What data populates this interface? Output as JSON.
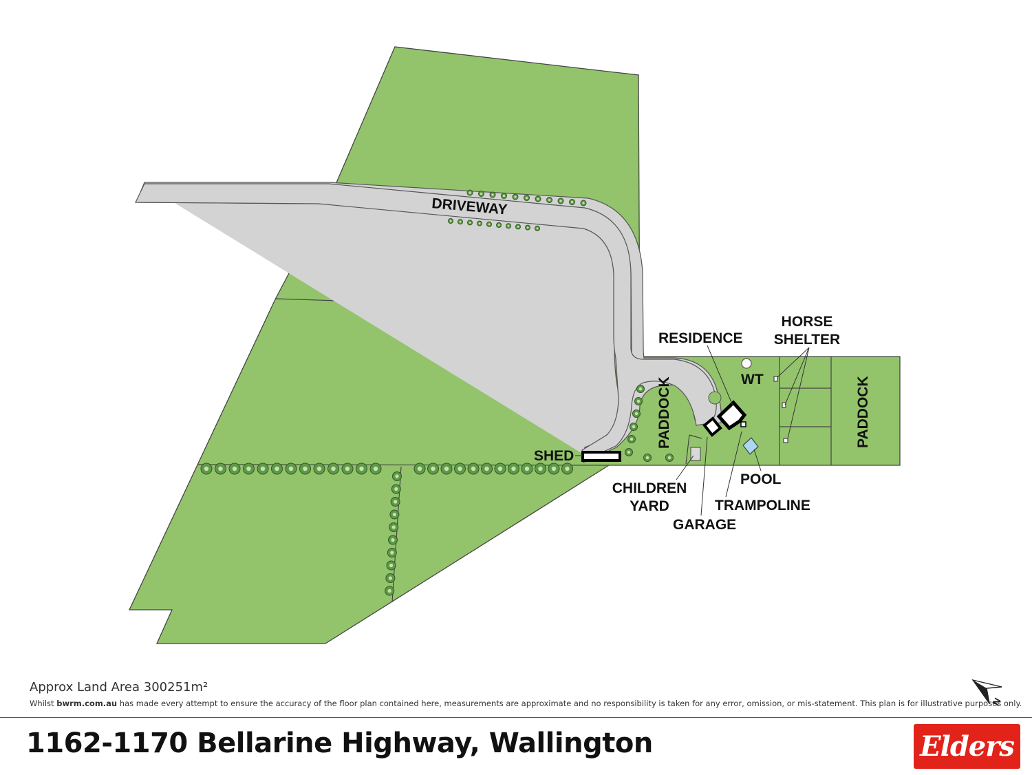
{
  "labels": {
    "driveway": "DRIVEWAY",
    "residence": "RESIDENCE",
    "horse_shelter_1": "HORSE",
    "horse_shelter_2": "SHELTER",
    "wt": "WT",
    "paddock_left": "PADDOCK",
    "paddock_right": "PADDOCK",
    "shed": "SHED",
    "pool": "POOL",
    "children_yard_1": "CHILDREN",
    "children_yard_2": "YARD",
    "trampoline": "TRAMPOLINE",
    "garage": "GARAGE"
  },
  "footer": {
    "land_area": "Approx Land Area 300251m²",
    "disclaimer_prefix": "Whilst ",
    "disclaimer_site": "bwrm.com.au",
    "disclaimer_rest": " has made every attempt to ensure the accuracy of the floor plan contained here, measurements are approximate and no responsibility is taken for any error, omission, or mis-statement. This plan is for illustrative purposes only.",
    "address": "1162-1170 Bellarine Highway, Wallington",
    "logo": "Elders"
  },
  "colors": {
    "land": "#93c46b",
    "outline": "#444444",
    "driveway": "#d3d3d3",
    "tree": "#5f9a47",
    "brand": "#e2231a"
  },
  "icons": [
    "compass-north-arrow-icon",
    "tree-icon"
  ]
}
